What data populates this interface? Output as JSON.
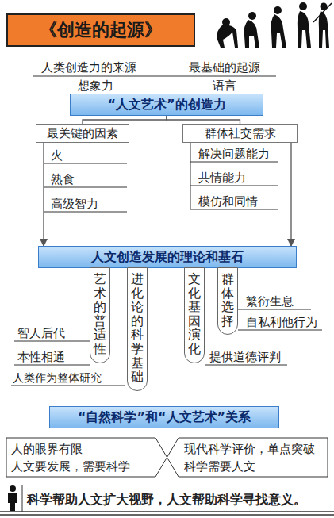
{
  "diagram": {
    "title": "《创造的起源》",
    "nodes": [
      {
        "text": [
          "“人文艺术”的创造力"
        ]
      },
      {
        "text": [
          "最关键的因素"
        ]
      },
      {
        "text": [
          "群体社交需求"
        ]
      },
      {
        "text": [
          "人文创造发展的理论和基石"
        ]
      },
      {
        "text": [
          "艺术的普适性"
        ]
      },
      {
        "text": [
          "进化论的科学基础"
        ]
      },
      {
        "text": [
          "文化基因演化"
        ]
      },
      {
        "text": [
          "群体选择"
        ]
      },
      {
        "text": [
          "“自然科学”和“人文艺术”关系"
        ]
      }
    ],
    "edges": [
      {
        "from": 0,
        "to": 1,
        "arrow": "none"
      },
      {
        "from": 0,
        "to": 2,
        "arrow": "none"
      },
      {
        "from": 1,
        "to": 3,
        "arrow": "to"
      },
      {
        "from": 2,
        "to": 3,
        "arrow": "to"
      }
    ],
    "labels": [
      "人类创造力的来源",
      "最基础的起源",
      "想象力",
      "语言",
      "火",
      "熟食",
      "高级智力",
      "解决问题能力",
      "共情能力",
      "模仿和同情",
      "智人后代",
      "本性相通",
      "人类作为整体研究",
      "繁衍生息",
      "自私利他行为",
      "提供道德评判",
      "人的眼界有限",
      "人文要发展，需要科学",
      "现代科学评价，单点突破",
      "科学需要人文",
      "科学帮助人文扩大视野，人文帮助科学寻找意义。"
    ]
  }
}
